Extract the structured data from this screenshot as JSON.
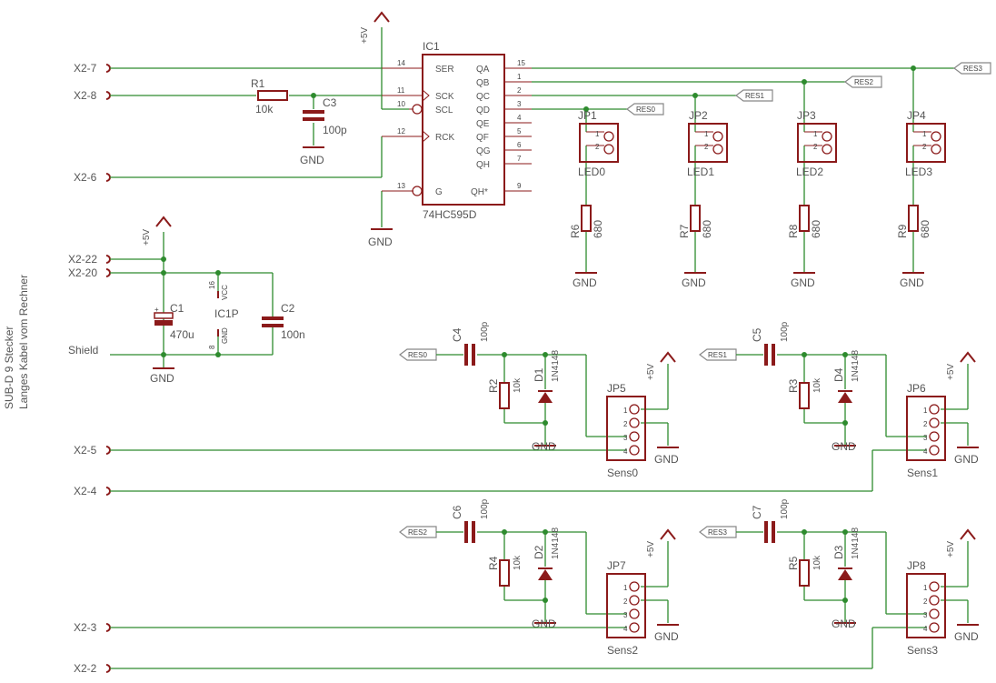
{
  "title_vertical": [
    "SUB-D 9 Stecker",
    "Langes Kabel vom Rechner"
  ],
  "connectors": {
    "x2_7": "X2-7",
    "x2_8": "X2-8",
    "x2_6": "X2-6",
    "x2_22": "X2-22",
    "x2_20": "X2-20",
    "shield": "Shield",
    "x2_5": "X2-5",
    "x2_4": "X2-4",
    "x2_3": "X2-3",
    "x2_2": "X2-2"
  },
  "ic1": {
    "name": "IC1",
    "value": "74HC595D",
    "pins_left": [
      "SER",
      "SCK",
      "SCL",
      "RCK",
      "G"
    ],
    "pins_right": [
      "QA",
      "QB",
      "QC",
      "QD",
      "QE",
      "QF",
      "QG",
      "QH",
      "QH*"
    ],
    "nums_left": [
      "14",
      "11",
      "10",
      "12",
      "13"
    ],
    "nums_right": [
      "15",
      "1",
      "2",
      "3",
      "4",
      "5",
      "6",
      "7",
      "9"
    ]
  },
  "ic1p": {
    "name": "IC1P",
    "vcc": "VCC",
    "gnd": "GND",
    "pin_vcc": "16",
    "pin_gnd": "8"
  },
  "r1": {
    "name": "R1",
    "value": "10k"
  },
  "c3": {
    "name": "C3",
    "value": "100p"
  },
  "c1": {
    "name": "C1",
    "value": "470u"
  },
  "c2": {
    "name": "C2",
    "value": "100n"
  },
  "supply": {
    "p5v": "+5V",
    "gnd": "GND"
  },
  "res_labels": [
    "RES0",
    "RES1",
    "RES2",
    "RES3"
  ],
  "jumpers": [
    {
      "name": "JP1",
      "value": "LED0",
      "r": "R6"
    },
    {
      "name": "JP2",
      "value": "LED1",
      "r": "R7"
    },
    {
      "name": "JP3",
      "value": "LED2",
      "r": "R8"
    },
    {
      "name": "JP4",
      "value": "LED3",
      "r": "R9"
    }
  ],
  "led_r_value": "680",
  "pin_nums": [
    "1",
    "2",
    "3",
    "4"
  ],
  "sensors": [
    {
      "c": "C4",
      "r": "R2",
      "d": "D1",
      "jp": "JP5",
      "val": "Sens0",
      "res": "RES0",
      "x2": "X2-5"
    },
    {
      "c": "C5",
      "r": "R3",
      "d": "D4",
      "jp": "JP6",
      "val": "Sens1",
      "res": "RES1",
      "x2": "X2-4"
    },
    {
      "c": "C6",
      "r": "R4",
      "d": "D2",
      "jp": "JP7",
      "val": "Sens2",
      "res": "RES2",
      "x2": "X2-3"
    },
    {
      "c": "C7",
      "r": "R5",
      "d": "D3",
      "jp": "JP8",
      "val": "Sens3",
      "res": "RES3",
      "x2": "X2-2"
    }
  ],
  "sensor_c_value": "100p",
  "sensor_r_value": "10k",
  "sensor_d_value": "1N4148",
  "colors": {
    "wire": "#2e8b2e",
    "part": "#8b1a1a",
    "text": "#555555"
  }
}
